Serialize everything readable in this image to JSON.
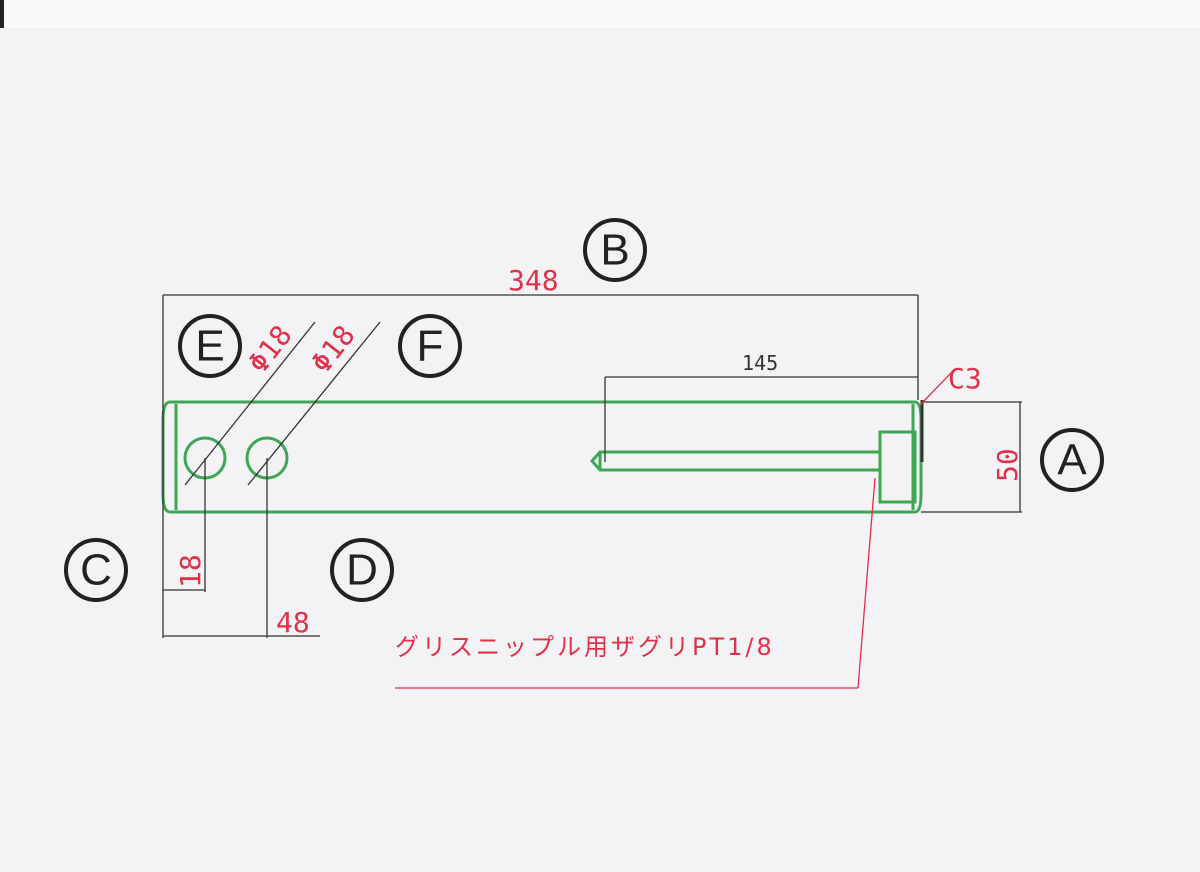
{
  "drawing": {
    "dimensions": {
      "overall_length": "348",
      "slot_length": "145",
      "chamfer": "C3",
      "height": "50",
      "hole1_offset": "18",
      "hole2_offset": "48",
      "hole1_diameter": "Φ18",
      "hole2_diameter": "Φ18"
    },
    "labels": {
      "a": "A",
      "b": "B",
      "c": "C",
      "d": "D",
      "e": "E",
      "f": "F"
    },
    "note": "グリスニップル用ザグリPT1/8",
    "colors": {
      "part": "#3fa654",
      "dimension": "#e0304a",
      "lines": "#333333"
    }
  }
}
